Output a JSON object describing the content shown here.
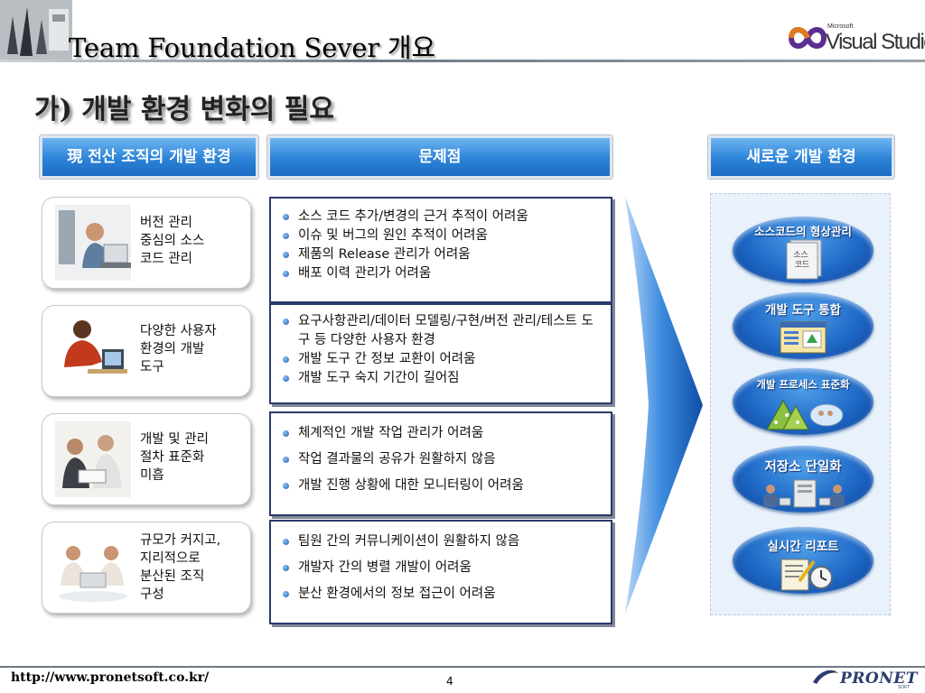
{
  "header": {
    "title": "Team Foundation Sever 개요",
    "logo": {
      "maker": "Microsoft",
      "product": "Visual Studio"
    }
  },
  "section_heading": "가) 개발 환경 변화의 필요",
  "columns": {
    "current": "現 전산 조직의 개발 환경",
    "problems": "문제점",
    "new": "새로운 개발 환경"
  },
  "situations": [
    {
      "text": "버전 관리\n중심의 소스\n코드 관리",
      "icon": "person-at-computer"
    },
    {
      "text": "다양한 사용자\n환경의 개발\n도구",
      "icon": "developer-at-desk"
    },
    {
      "text": "개발 및 관리\n절차 표준화\n미흡",
      "icon": "team-discussion"
    },
    {
      "text": "규모가 커지고,\n지리적으로\n분산된 조직\n구성",
      "icon": "distributed-workers"
    }
  ],
  "problems": [
    {
      "items": [
        "소스 코드 추가/변경의 근거 추적이 어려움",
        "이슈 및 버그의 원인 추적이 어려움",
        "제품의 Release 관리가 어려움",
        "배포 이력 관리가 어려움"
      ]
    },
    {
      "items": [
        "요구사항관리/데이터 모델링/구현/버전 관리/테스트 도구 등 다양한 사용자 환경",
        "개발 도구 간 정보 교환이 어려움",
        "개발 도구 숙지 기간이 길어짐"
      ]
    },
    {
      "items": [
        "체계적인 개발 작업 관리가 어려움",
        "작업 결과물의 공유가 원활하지 않음",
        "개발 진행 상황에 대한 모니터링이 어려움"
      ]
    },
    {
      "items": [
        "팀원 간의 커뮤니케이션이 원활하지 않음",
        "개발자 간의 병렬 개발이 어려움",
        "분산 환경에서의 정보 접근이 어려움"
      ]
    }
  ],
  "solutions": [
    {
      "label": "소스코드의 형상관리",
      "icon": "source-docs",
      "icon_text": "소스\n코드"
    },
    {
      "label": "개발 도구 통합",
      "icon": "tool-window"
    },
    {
      "label": "개발 프로세스 표준화",
      "icon": "process-pyramid"
    },
    {
      "label": "저장소 단일화",
      "icon": "server-users"
    },
    {
      "label": "실시간 리포트",
      "icon": "report-clock"
    }
  ],
  "footer": {
    "url": "http://www.pronetsoft.co.kr/",
    "page": "4",
    "brand": "PRONET",
    "brand_sub": "SOFT"
  },
  "colors": {
    "accent_blue": "#2c83d8",
    "box_border": "#2a3a6a",
    "panel_bg": "#e9f1fb"
  }
}
